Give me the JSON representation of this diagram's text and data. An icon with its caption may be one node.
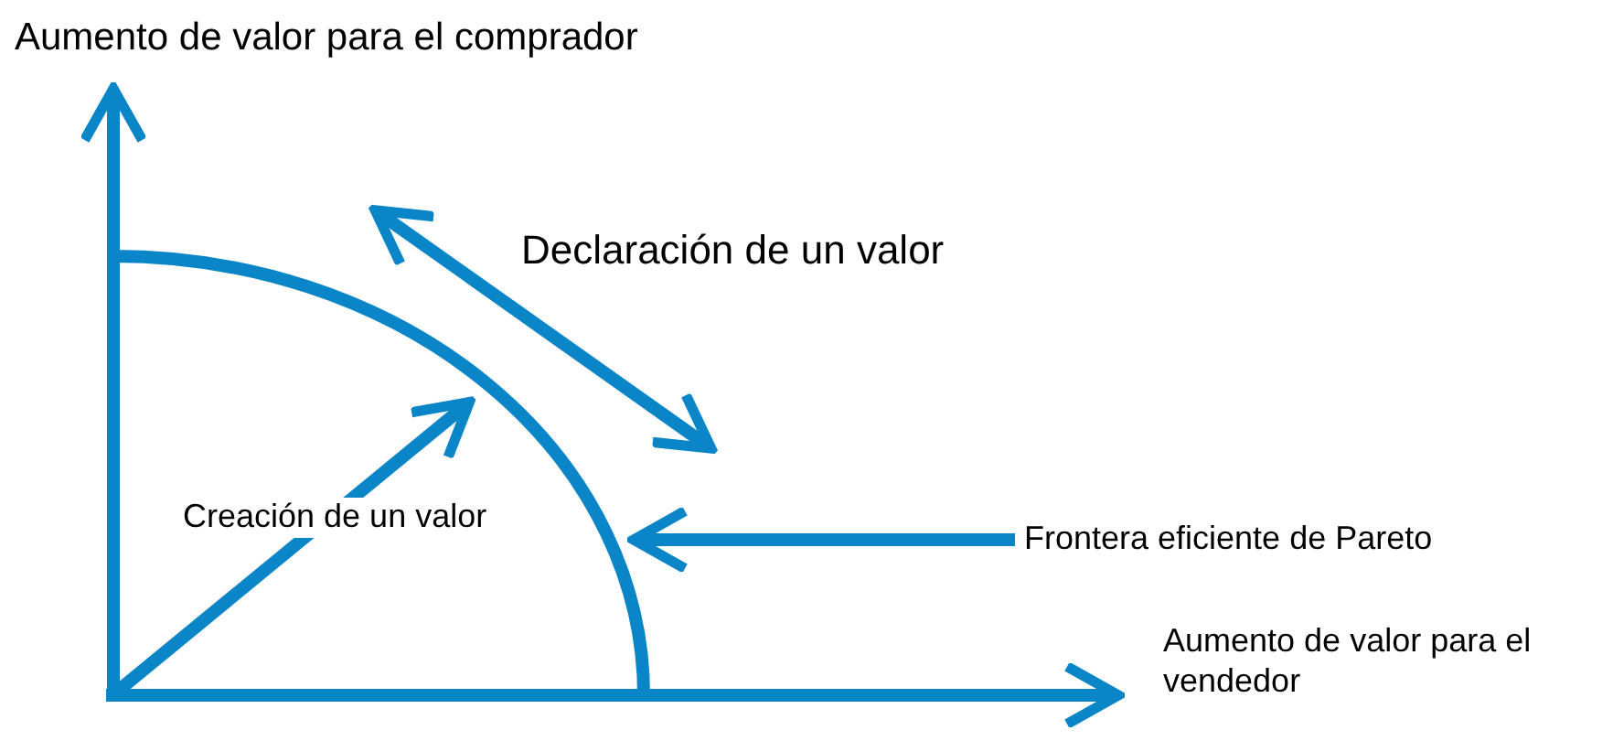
{
  "diagram": {
    "nodes": [
      {
        "text": [
          "Frontera eficiente de Pareto"
        ]
      },
      {
        "text": [],
        "shape": "arc"
      }
    ],
    "edges": [
      {
        "from": 0,
        "to": 1,
        "arrow": "to"
      }
    ],
    "labels": [
      "Aumento de valor para el comprador",
      "Declaración de un valor",
      "Creación de un valor",
      "Aumento de valor para el vendedor"
    ]
  }
}
